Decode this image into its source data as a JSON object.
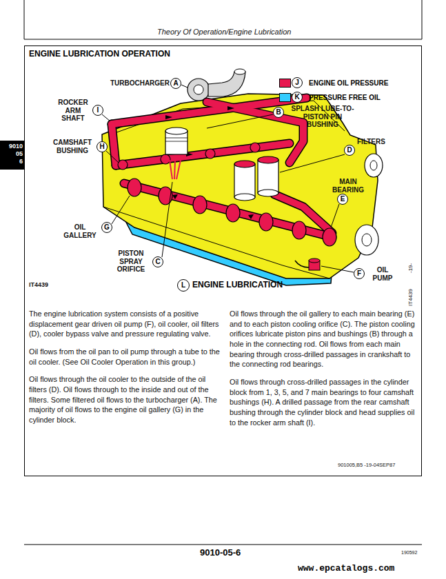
{
  "diagram": {
    "title": "ENGINE LUBRICATION OPERATION",
    "caption": "ENGINE LUBRICATION",
    "nodes": [
      {
        "text": [
          "A"
        ]
      },
      {
        "text": [
          "J"
        ]
      },
      {
        "text": [
          "K"
        ]
      },
      {
        "text": [
          "I"
        ]
      },
      {
        "text": [
          "B"
        ]
      },
      {
        "text": [
          "H"
        ]
      },
      {
        "text": [
          "D"
        ]
      },
      {
        "text": [
          "E"
        ]
      },
      {
        "text": [
          "G"
        ]
      },
      {
        "text": [
          "C"
        ]
      },
      {
        "text": [
          "F"
        ]
      },
      {
        "text": [
          "L"
        ]
      }
    ],
    "labels": [
      "Theory Of Operation/Engine Lubrication",
      "9010",
      "05",
      "6",
      "TURBOCHARGER",
      "ROCKER ARM SHAFT",
      "SPLASH LUBE-TO-PISTON PIN BUSHING",
      "CAMSHAFT BUSHING",
      "FILTERS",
      "MAIN BEARING",
      "OIL GALLERY",
      "PISTON SPRAY ORIFICE",
      "OIL PUMP",
      "IT4439",
      "-19-",
      "IT4439",
      "The engine lubrication system consists of a positive displacement gear driven oil pump (F), oil cooler, oil filters (D), cooler bypass valve and pressure regulating valve.",
      "Oil flows from the oil pan to oil pump through a tube to the oil cooler. (See Oil Cooler Operation in this group.)",
      "Oil flows through the oil cooler to the outside of the oil filters (D). Oil flows through to the inside and out of the filters. Some filtered oil flows to the turbocharger (A). The majority of oil flows to the engine oil gallery (G) in the cylinder block.",
      "Oil flows through the oil gallery to each main bearing (E) and to each piston cooling orifice (C). The piston cooling orifices lubricate piston pins and bushings (B) through a hole in the connecting rod. Oil flows from each main bearing through cross-drilled passages in crankshaft to the connecting rod bearings.",
      "Oil flows through cross-drilled passages in the cylinder block from 1, 3, 5, and 7 main bearings to four camshaft bushings (H). A drilled passage from the rear camshaft bushing through the cylinder block and head supplies oil to the rocker arm shaft (I).",
      "901005,B5 -19-04SEP87",
      "9010-05-6",
      "190592",
      "www.epcatalogs.com"
    ],
    "legend": [
      {
        "text": "ENGINE OIL PRESSURE",
        "color": "#e8174f"
      },
      {
        "text": "PRESSURE FREE OIL",
        "color": "#33ccff"
      }
    ]
  }
}
